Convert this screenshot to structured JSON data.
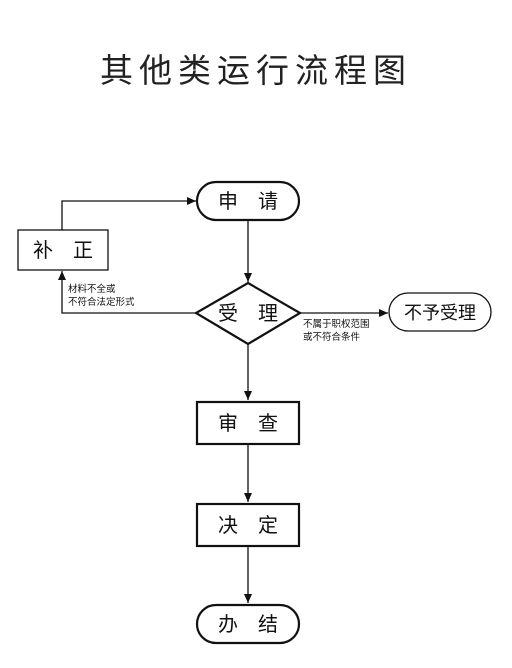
{
  "title": "其他类运行流程图",
  "nodes": {
    "apply": "申　请",
    "accept": "受　理",
    "supplement": "补　正",
    "reject": "不予受理",
    "review": "审　查",
    "decide": "决　定",
    "finish": "办　结"
  },
  "edge_labels": {
    "incomplete_line1": "材料不全或",
    "incomplete_line2": "不符合法定形式",
    "out_of_scope_line1": "不属于职权范围",
    "out_of_scope_line2": "或不符合条件"
  }
}
